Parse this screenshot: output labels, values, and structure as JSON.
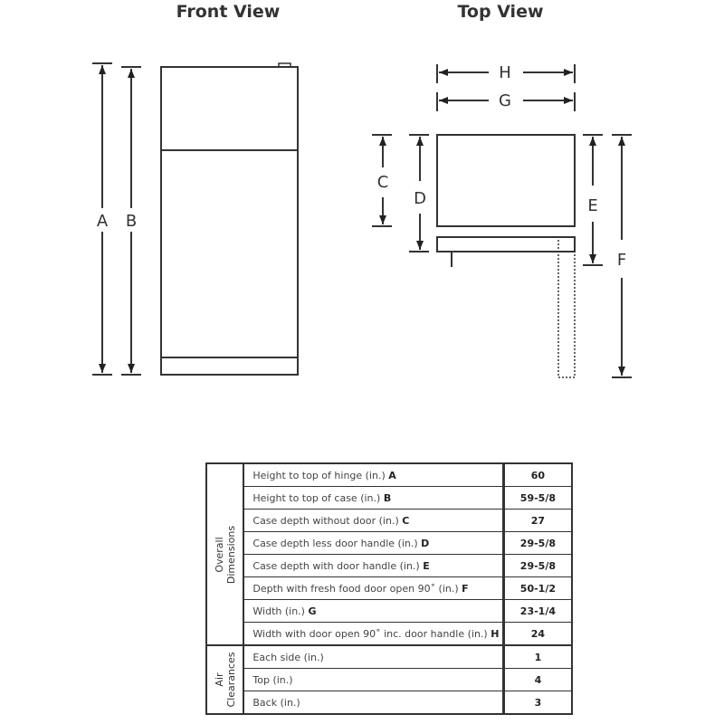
{
  "front_view": {
    "title": "Front View",
    "labels": {
      "a": "A",
      "b": "B"
    }
  },
  "top_view": {
    "title": "Top View",
    "labels": {
      "c": "C",
      "d": "D",
      "e": "E",
      "f": "F",
      "g": "G",
      "h": "H"
    }
  },
  "table": {
    "groups": [
      {
        "label_line1": "Overall",
        "label_line2": "Dimensions",
        "rows": [
          {
            "desc": "Height to top of hinge (in.)",
            "key": "A",
            "value": "60"
          },
          {
            "desc": "Height to top of case (in.)",
            "key": "B",
            "value": "59-5/8"
          },
          {
            "desc": "Case depth without door (in.)",
            "key": "C",
            "value": "27"
          },
          {
            "desc": "Case depth less door handle (in.)",
            "key": "D",
            "value": "29-5/8"
          },
          {
            "desc": "Case depth with door handle (in.)",
            "key": "E",
            "value": "29-5/8"
          },
          {
            "desc": "Depth with fresh food door open 90˚ (in.)",
            "key": "F",
            "value": "50-1/2"
          },
          {
            "desc": "Width (in.)",
            "key": "G",
            "value": "23-1/4"
          },
          {
            "desc": "Width with door open 90˚ inc. door handle (in.)",
            "key": "H",
            "value": "24"
          }
        ]
      },
      {
        "label_line1": "Air",
        "label_line2": "Clearances",
        "rows": [
          {
            "desc": "Each side (in.)",
            "key": "",
            "value": "1"
          },
          {
            "desc": "Top (in.)",
            "key": "",
            "value": "4"
          },
          {
            "desc": "Back (in.)",
            "key": "",
            "value": "3"
          }
        ]
      }
    ]
  }
}
